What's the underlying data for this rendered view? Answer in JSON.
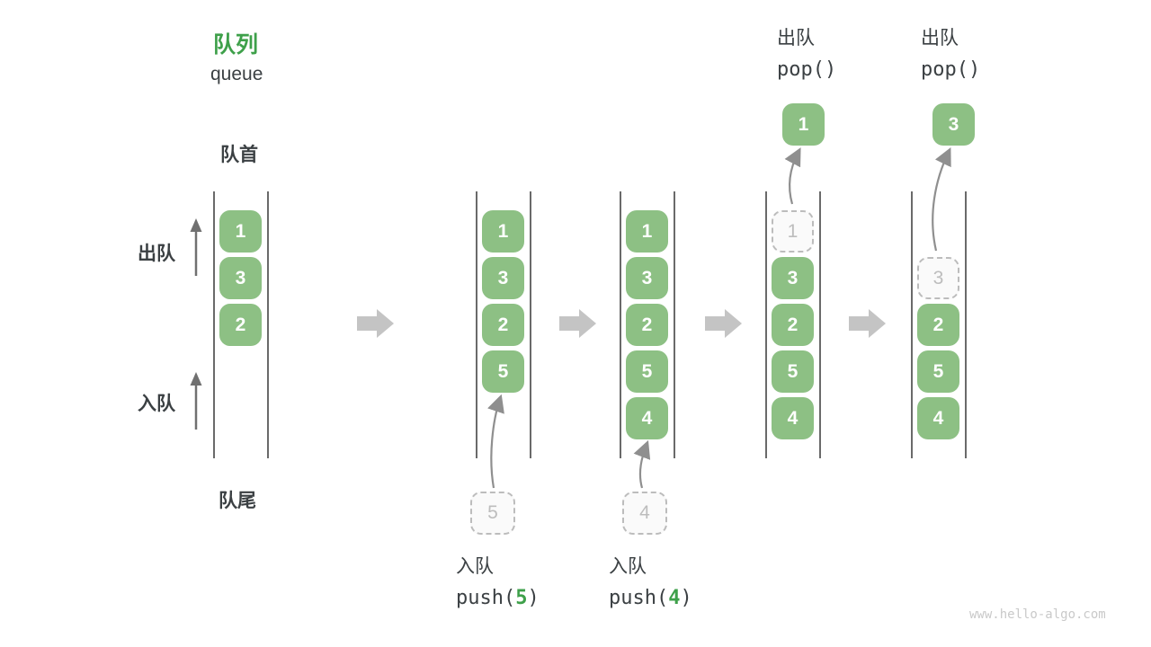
{
  "title": {
    "zh": "队列",
    "en": "queue"
  },
  "side_labels": {
    "front": "队首",
    "rear": "队尾",
    "dequeue": "出队",
    "enqueue": "入队"
  },
  "operations": {
    "push5": {
      "label": "入队",
      "code_prefix": "push(",
      "arg": "5",
      "code_suffix": ")"
    },
    "push4": {
      "label": "入队",
      "code_prefix": "push(",
      "arg": "4",
      "code_suffix": ")"
    },
    "pop_first": {
      "label": "出队",
      "code": "pop()"
    },
    "pop_second": {
      "label": "出队",
      "code": "pop()"
    }
  },
  "states": [
    {
      "boxes": [
        "1",
        "3",
        "2"
      ]
    },
    {
      "boxes": [
        "1",
        "3",
        "2",
        "5"
      ],
      "incoming": "5"
    },
    {
      "boxes": [
        "1",
        "3",
        "2",
        "5",
        "4"
      ],
      "incoming": "4"
    },
    {
      "removed": "1",
      "boxes": [
        "3",
        "2",
        "5",
        "4"
      ],
      "popped": "1"
    },
    {
      "removed": "3",
      "boxes": [
        "2",
        "5",
        "4"
      ],
      "popped": "3"
    }
  ],
  "colors": {
    "box_green": "#8dc084",
    "accent_green": "#3ea04a",
    "text_dark": "#3b4043",
    "dashed_gray": "#bcbcbc",
    "block_arrow_gray": "#c4c4c4",
    "line_gray": "#6a6a6a"
  },
  "watermark": "www.hello-algo.com"
}
